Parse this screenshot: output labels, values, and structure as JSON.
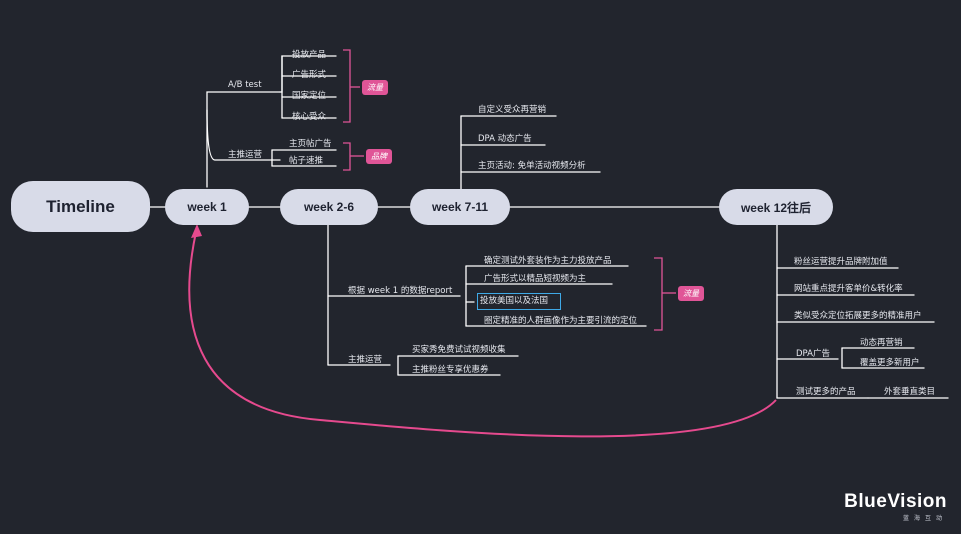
{
  "root": "Timeline",
  "phases": [
    "week 1",
    "week 2-6",
    "week 7-11",
    "week 12往后"
  ],
  "week1": {
    "ab_test": "A/B test",
    "ab_items": [
      "投放产品",
      "广告形式",
      "国家定位",
      "核心受众"
    ],
    "ab_tag": "流量",
    "main_push": "主推运营",
    "main_items": [
      "主页帖广告",
      "帖子速推"
    ],
    "main_tag": "品牌"
  },
  "week2_6": {
    "report": "根据 week 1 的数据report",
    "report_items": [
      "确定测试外套装作为主力投放产品",
      "广告形式以精品短视频为主",
      "投放美国以及法国",
      "圈定精准的人群画像作为主要引流的定位"
    ],
    "report_tag": "流量",
    "main_push": "主推运营",
    "main_items": [
      "买家秀免费试试视频收集",
      "主推粉丝专享优惠券"
    ]
  },
  "week7_11": {
    "items": [
      "自定义受众再营销",
      "DPA 动态广告",
      "主页活动: 免单活动视频分析"
    ]
  },
  "week12": {
    "items": [
      "粉丝运营提升品牌附加值",
      "网站重点提升客单价&转化率",
      "类似受众定位拓展更多的精准用户",
      "DPA广告",
      "测试更多的产品"
    ],
    "dpa_items": [
      "动态再营销",
      "覆盖更多新用户"
    ],
    "test_item": "外套垂直类目"
  },
  "brand": {
    "name": "BlueVision",
    "sub": "蓝海互动"
  },
  "colors": {
    "background": "#22252d",
    "pill": "#d8dbe8",
    "accent": "#e05597",
    "highlight": "#3fa9e6",
    "line": "#ffffff"
  }
}
